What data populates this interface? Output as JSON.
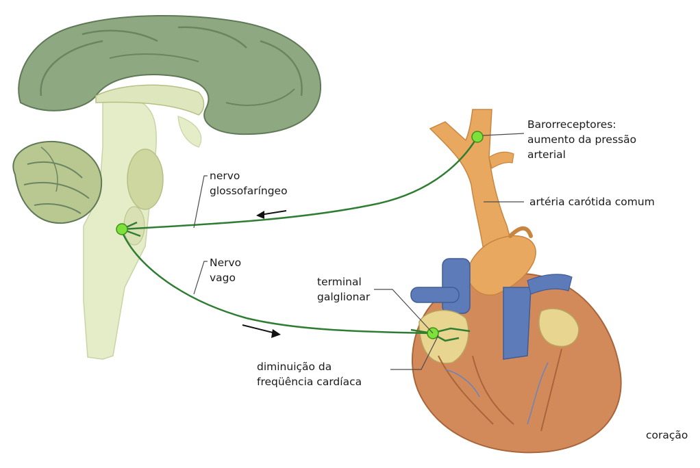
{
  "labels": {
    "baroreceptores": [
      "Barorreceptores:",
      "aumento da pressão",
      "arterial"
    ],
    "arteria": "artéria carótida comum",
    "nervo_glosso": [
      "nervo",
      "glossofaríngeo"
    ],
    "nervo_vago": [
      "Nervo",
      "vago"
    ],
    "terminal": [
      "terminal",
      "galglionar"
    ],
    "diminuicao": [
      "diminuição da",
      "freqüência cardíaca"
    ],
    "coracao": "coração"
  },
  "colors": {
    "nerve": "#2e7d32",
    "receptor": "#7ee03a",
    "brain": "#8ea882",
    "brain_dark": "#6b8561",
    "brainstem": "#e4ecc8",
    "artery": "#e8a860",
    "vein": "#5d7bb8",
    "heart": "#d38a5a",
    "leader": "#4a4a4a"
  },
  "icons": {
    "arrow_up": "arrow-left-icon",
    "arrow_down": "arrow-right-icon"
  }
}
